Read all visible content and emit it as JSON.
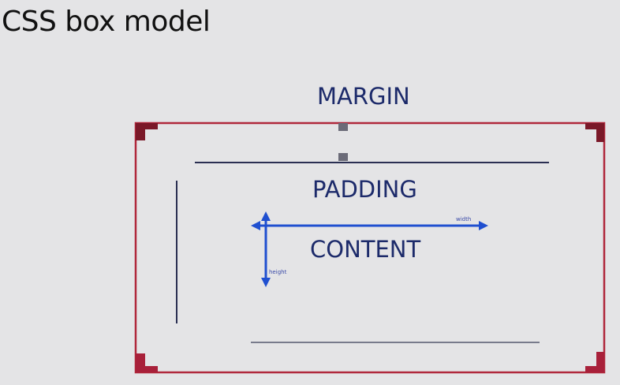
{
  "slide": {
    "title": "CSS box model"
  },
  "diagram": {
    "margin_label": "MARGIN",
    "padding_label": "PADDING",
    "content_label": "CONTENT",
    "content_arrows": {
      "horizontal_tag": "width",
      "vertical_tag": "height"
    }
  },
  "colors": {
    "outer_border": "#b0283c",
    "corner_marks": "#7a1828",
    "inner_lines": "#2a2f52",
    "labels": "#1c2a6a",
    "arrows": "#1f4fd0"
  }
}
